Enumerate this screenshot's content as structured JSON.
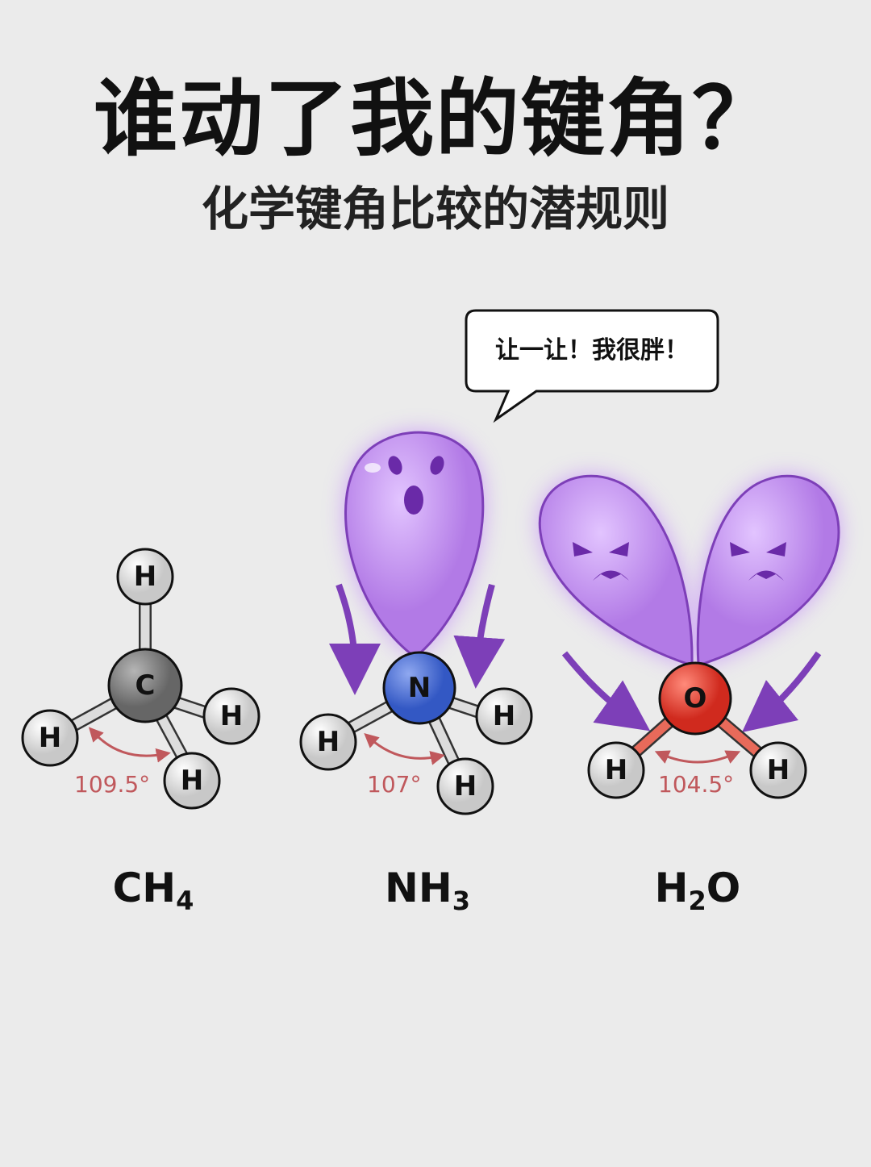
{
  "title": "谁动了我的键角？",
  "subtitle": "化学键角比较的潜规则",
  "speech_bubble": "让一让！我很胖！",
  "molecules": [
    {
      "formula_main": "CH",
      "formula_sub": "4",
      "center": "C",
      "hydrogen": "H",
      "angle": "109.5°",
      "lone_pairs": 0
    },
    {
      "formula_main": "NH",
      "formula_sub": "3",
      "center": "N",
      "hydrogen": "H",
      "angle": "107°",
      "lone_pairs": 1
    },
    {
      "formula_main": "H",
      "formula_sub": "2",
      "formula_tail": "O",
      "center": "O",
      "hydrogen": "H",
      "angle": "104.5°",
      "lone_pairs": 2
    }
  ],
  "colors": {
    "carbon": "#7a7a7a",
    "nitrogen": "#4a6fd6",
    "oxygen": "#e03a2e",
    "hydrogen": "#e6e6e6",
    "lone_pair": "#b57ae8",
    "angle": "#c0585c"
  }
}
